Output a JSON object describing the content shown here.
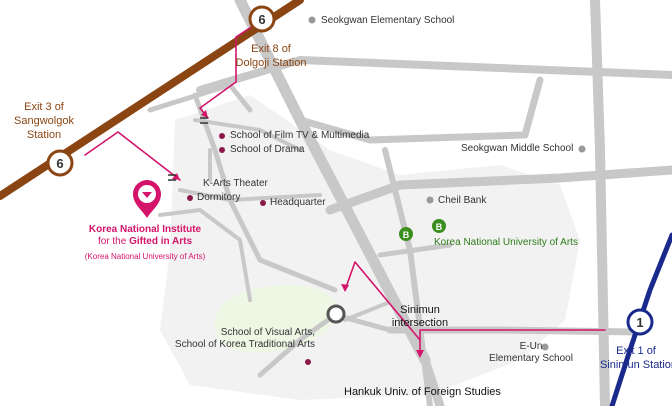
{
  "colors": {
    "line6": "#8b4513",
    "line1": "#1a2a8c",
    "route": "#d4146a",
    "road": "#c8c8c8",
    "bus": "#3a8f1e",
    "park": "#eef6e4",
    "campus": "#f2f2f2",
    "poi_dot": "#999999",
    "campus_dot": "#8b1a4a"
  },
  "icons": {
    "line6_badge": "circle-6-icon",
    "line1_badge": "circle-1-icon",
    "bus": "bus-stop-icon",
    "destination": "map-pin-icon",
    "intersection": "intersection-ring-icon"
  },
  "stations": {
    "line6_top_badge": "6",
    "line6_left_badge": "6",
    "line1_badge": "1",
    "exit3": [
      "Exit 3 of",
      "Sangwolgok",
      "Station"
    ],
    "exit8": [
      "Exit 8 of",
      "Dolgoji Station"
    ],
    "exit1": [
      "Exit 1 of",
      "Sinimun Station"
    ]
  },
  "pois": {
    "seokgwan_elementary": "Seokgwan Elementary School",
    "seokgwan_middle": "Seokgwan Middle School",
    "cheil_bank": "Cheil Bank",
    "eun_elementary": [
      "E-Un",
      "Elementary School"
    ],
    "hankuk_univ": "Hankuk Univ. of Foreign Studies",
    "sinimun_intersection": [
      "Sinimun",
      "intersection"
    ],
    "bus_b1": "B",
    "bus_b2": "B",
    "knua": "Korea National University of Arts"
  },
  "campus": {
    "film": "School of Film TV & Multimedia",
    "drama": "School of Drama",
    "theater": "K-Arts Theater",
    "dormitory": "Dormitory",
    "headquarter": "Headquarter",
    "visual_arts": [
      "School of Visual Arts,",
      "School of Korea Traditional Arts"
    ]
  },
  "destination": {
    "line1": "Korea National Institute",
    "line2_prefix": "for the ",
    "line2_bold": "Gifted in Arts",
    "sub": "(Korea National University of Arts)"
  }
}
